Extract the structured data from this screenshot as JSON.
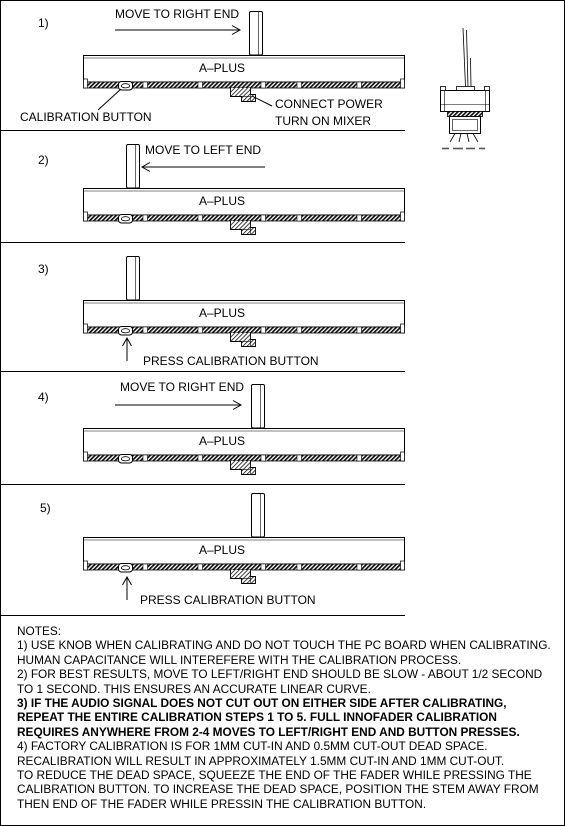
{
  "steps": [
    {
      "number": "1)",
      "instruction": "MOVE TO RIGHT END",
      "fader_label": "A–PLUS",
      "callouts": {
        "calibration_button": "CALIBRATION BUTTON",
        "connect_power": "CONNECT POWER",
        "turn_on_mixer": "TURN ON MIXER"
      }
    },
    {
      "number": "2)",
      "instruction": "MOVE TO LEFT END",
      "fader_label": "A–PLUS"
    },
    {
      "number": "3)",
      "instruction": "PRESS CALIBRATION BUTTON",
      "fader_label": "A–PLUS"
    },
    {
      "number": "4)",
      "instruction": "MOVE TO RIGHT END",
      "fader_label": "A–PLUS"
    },
    {
      "number": "5)",
      "instruction": "PRESS CALIBRATION BUTTON",
      "fader_label": "A–PLUS"
    }
  ],
  "notes": {
    "heading": "NOTES:",
    "items": [
      {
        "lines": [
          "1) USE KNOB WHEN CALIBRATING AND DO NOT TOUCH THE PC BOARD WHEN CALIBRATING.",
          "HUMAN CAPACITANCE WILL INTEREFERE WITH THE CALIBRATION PROCESS."
        ]
      },
      {
        "lines": [
          "2) FOR BEST RESULTS, MOVE TO LEFT/RIGHT END SHOULD BE SLOW - ABOUT 1/2 SECOND",
          "TO 1 SECOND. THIS ENSURES AN ACCURATE LINEAR CURVE."
        ]
      },
      {
        "lines": [
          "3) IF THE AUDIO SIGNAL DOES NOT CUT OUT ON EITHER SIDE AFTER CALIBRATING,",
          "REPEAT THE ENTIRE CALIBRATION STEPS 1 TO 5. FULL INNOFADER CALIBRATION",
          "REQUIRES ANYWHERE FROM 2-4 MOVES TO LEFT/RIGHT END AND BUTTON PRESSES."
        ]
      },
      {
        "lines": [
          "4) FACTORY CALIBRATION IS FOR 1MM CUT-IN AND 0.5MM CUT-OUT DEAD SPACE.",
          "RECALIBRATION WILL RESULT IN APPROXIMATELY 1.5MM CUT-IN AND 1MM CUT-OUT.",
          "TO REDUCE THE DEAD SPACE, SQUEEZE THE END OF THE FADER WHILE PRESSING THE",
          "CALIBRATION BUTTON. TO INCREASE THE DEAD SPACE, POSITION THE STEM AWAY FROM",
          "THEN END OF THE FADER WHILE PRESSIN THE CALIBRATION BUTTON."
        ]
      }
    ]
  }
}
